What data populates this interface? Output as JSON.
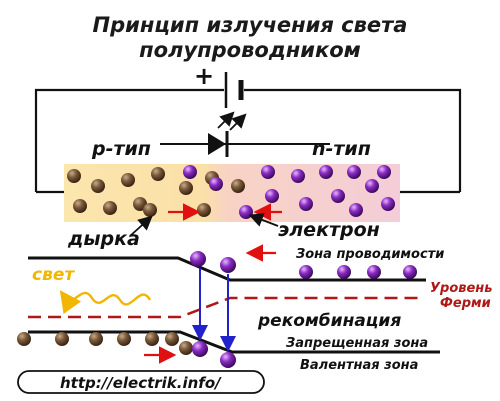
{
  "title_line1": "Принцип излучения света",
  "title_line2": "полупроводником",
  "battery_plus": "+",
  "p_type_label": "p-тип",
  "n_type_label": "n-тип",
  "hole_label": "дырка",
  "electron_label": "электрон",
  "conduction_band_label": "Зона проводимости",
  "fermi_label_line1": "Уровень",
  "fermi_label_line2": "Ферми",
  "light_label": "свет",
  "recombination_label": "рекомбинация",
  "forbidden_band_label": "Запрещенная зона",
  "valence_band_label": "Валентная зона",
  "url_label": "http://electrik.info/",
  "colors": {
    "p_region": "#fbe3a6",
    "n_region": "#f6d0d8",
    "hole": "#7a5a3a",
    "electron": "#7b1fa2",
    "arrow_red": "#e01010",
    "fermi": "#b01818",
    "light_wave": "#f2b600",
    "transition": "#2222cc"
  },
  "icons": [
    "battery-icon",
    "diode-icon",
    "light-emission-icon",
    "light-wave-icon"
  ]
}
